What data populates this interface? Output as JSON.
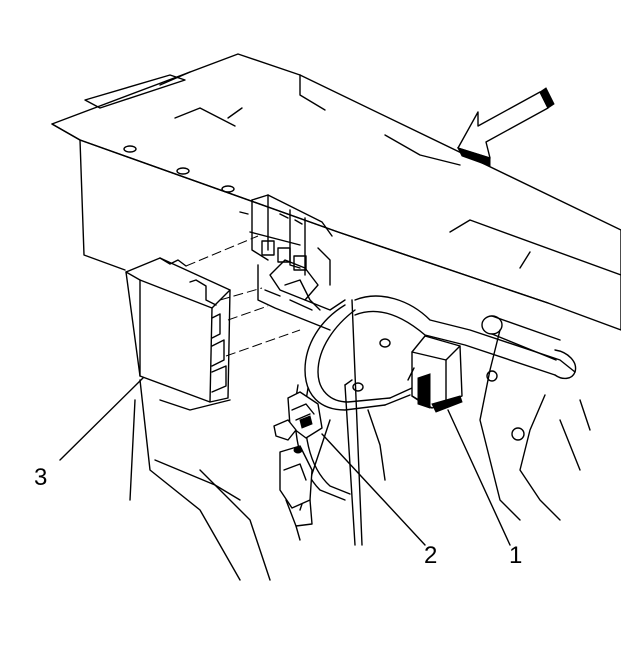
{
  "callouts": {
    "relay": "1",
    "connector": "2",
    "module": "3"
  },
  "colors": {
    "line": "#000000",
    "background": "#ffffff"
  }
}
